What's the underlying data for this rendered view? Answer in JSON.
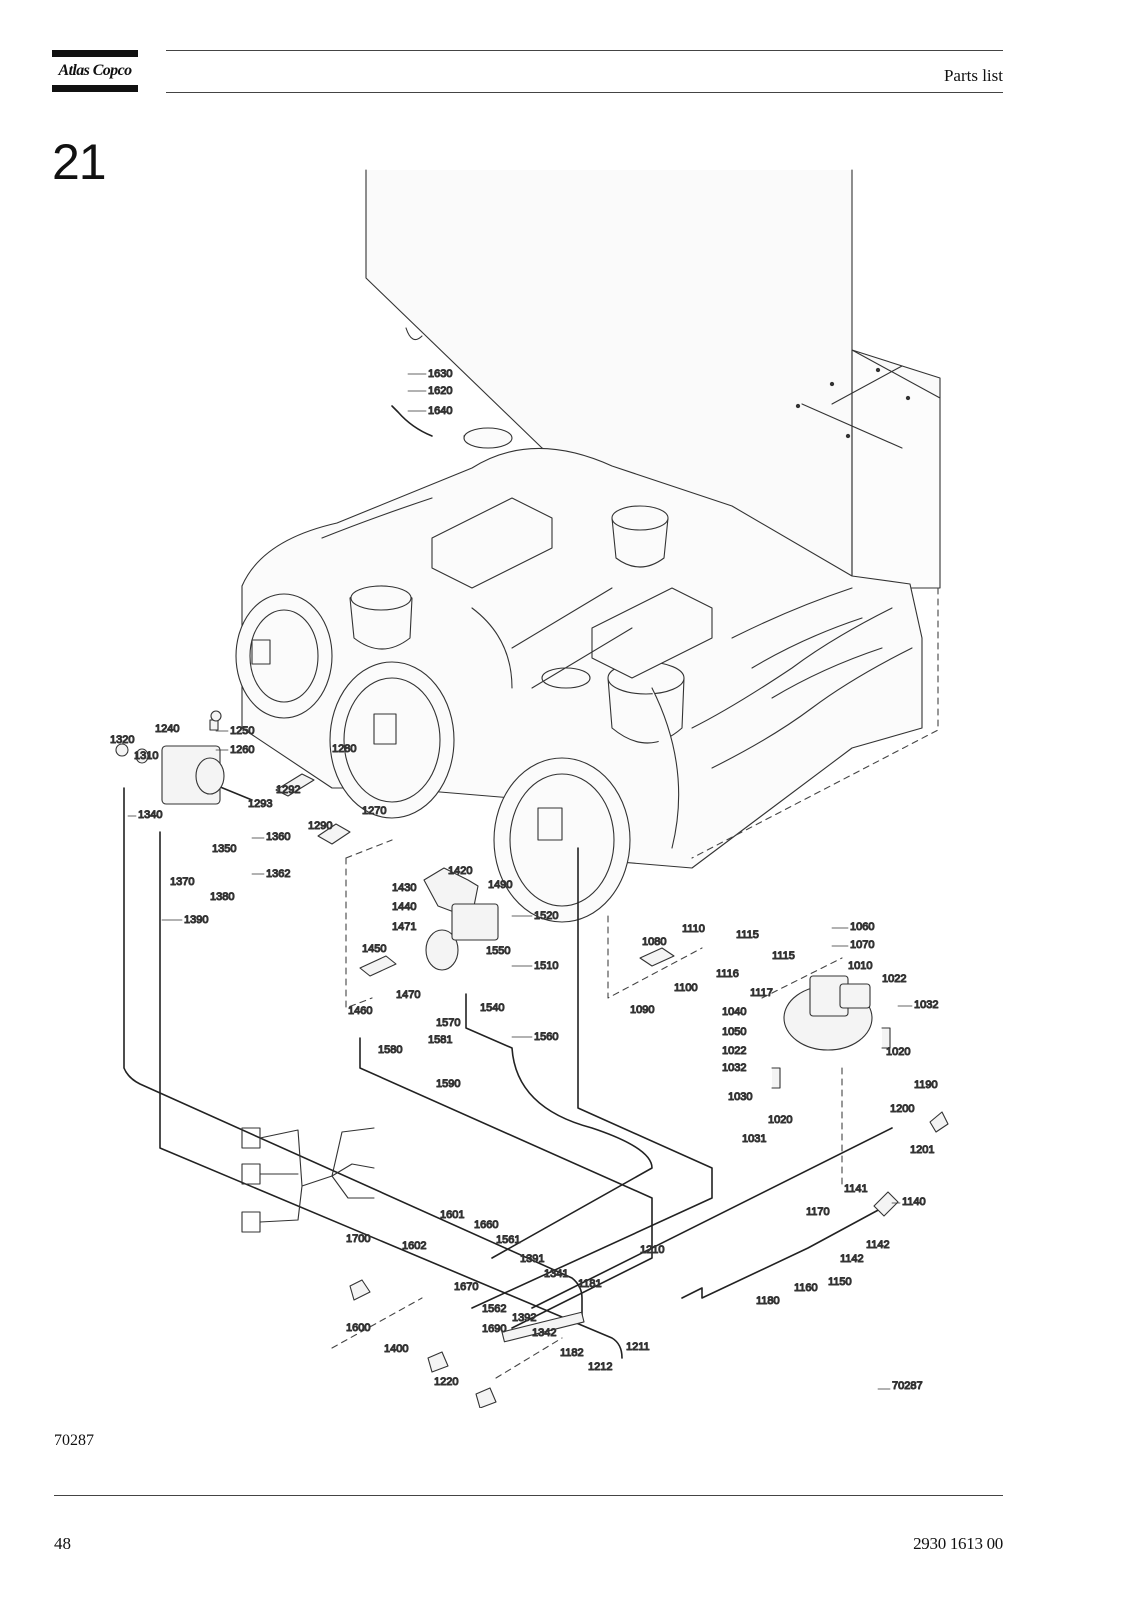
{
  "header": {
    "brand": "Atlas Copco",
    "title": "Parts list"
  },
  "section": {
    "number": "21"
  },
  "figure": {
    "drawing_number": "70287",
    "callouts": [
      "1630",
      "1620",
      "1640",
      "1240",
      "1250",
      "1260",
      "1320",
      "1310",
      "1280",
      "1292",
      "1293",
      "1270",
      "1290",
      "1340",
      "1360",
      "1350",
      "1370",
      "1362",
      "1380",
      "1390",
      "1420",
      "1430",
      "1490",
      "1440",
      "1520",
      "1471",
      "1450",
      "1550",
      "1510",
      "1470",
      "1540",
      "1460",
      "1570",
      "1581",
      "1560",
      "1580",
      "1590",
      "1110",
      "1115",
      "1060",
      "1080",
      "1070",
      "1116",
      "1010",
      "1115",
      "1100",
      "1117",
      "1090",
      "1022",
      "1032",
      "1040",
      "1050",
      "1020",
      "1022",
      "1032",
      "1190",
      "1030",
      "1020",
      "1200",
      "1031",
      "1201",
      "1700",
      "1601",
      "1660",
      "1602",
      "1561",
      "1210",
      "1391",
      "1670",
      "1341",
      "1181",
      "1562",
      "1392",
      "1342",
      "1690",
      "1600",
      "1400",
      "1182",
      "1211",
      "1212",
      "1220",
      "1141",
      "1140",
      "1170",
      "1142",
      "1142",
      "1150",
      "1160",
      "1180"
    ]
  },
  "footer": {
    "figure_id": "70287",
    "page_number": "48",
    "doc_number": "2930 1613 00"
  }
}
